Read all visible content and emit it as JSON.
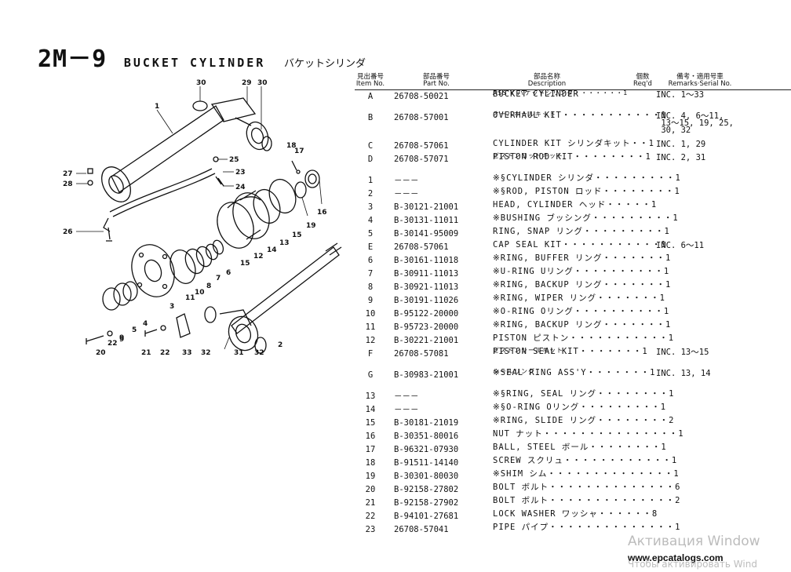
{
  "page": {
    "code": "2M－9",
    "name": "BUCKET CYLINDER",
    "name_jp": "バケットシリンダ"
  },
  "table": {
    "headers": {
      "item_jp": "見出番号",
      "item": "Item No.",
      "part_jp": "部品番号",
      "part": "Part No.",
      "desc_jp": "部品名称",
      "desc": "Description",
      "qty_jp": "個数",
      "qty": "Req'd",
      "rem_jp": "備考・適用号車",
      "rem": "Remarks·Serial No."
    },
    "rows": [
      {
        "item": "A",
        "part": "26708-50021",
        "desc": "BUCKET CYLINDER",
        "desc2": "ASS'Y バケットシリンダ・・・・・・・1",
        "qty": "",
        "remarks": "INC. 1～33"
      },
      {
        "item": "B",
        "part": "26708-57001",
        "desc": "OVERHAUL KIT・・・・・・・・・・・1",
        "desc2": "オーバホールキット",
        "qty": "",
        "remarks": "INC. 4, 6～11,\n 13～15, 19, 25,\n 30, 32"
      },
      {
        "item": "C",
        "part": "26708-57061",
        "desc": "CYLINDER KIT シリンダキット・・1",
        "desc2": "",
        "qty": "",
        "remarks": "INC. 1, 29"
      },
      {
        "item": "D",
        "part": "26708-57071",
        "desc": "PISTON ROD KIT・・・・・・・・1",
        "desc2": "ピストンロッドキット",
        "qty": "",
        "remarks": "INC. 2, 31"
      },
      {
        "item": "1",
        "part": "－－－",
        "desc": "※§CYLINDER シリンダ・・・・・・・・・1",
        "desc2": "",
        "qty": "",
        "remarks": ""
      },
      {
        "item": "2",
        "part": "－－－",
        "desc": "※§ROD, PISTON ロッド・・・・・・・・1",
        "desc2": "",
        "qty": "",
        "remarks": ""
      },
      {
        "item": "3",
        "part": "B-30121-21001",
        "desc": "HEAD, CYLINDER ヘッド・・・・・1",
        "desc2": "",
        "qty": "",
        "remarks": ""
      },
      {
        "item": "4",
        "part": "B-30131-11011",
        "desc": "※BUSHING ブッシング・・・・・・・・・1",
        "desc2": "",
        "qty": "",
        "remarks": ""
      },
      {
        "item": "5",
        "part": "B-30141-95009",
        "desc": "RING, SNAP リング・・・・・・・・・1",
        "desc2": "",
        "qty": "",
        "remarks": ""
      },
      {
        "item": "E",
        "part": "26708-57061",
        "desc": "CAP SEAL KIT・・・・・・・・・・・1",
        "desc2": "",
        "qty": "",
        "remarks": "INC. 6～11"
      },
      {
        "item": "6",
        "part": "B-30161-11018",
        "desc": "※RING, BUFFER リング・・・・・・・1",
        "desc2": "",
        "qty": "",
        "remarks": ""
      },
      {
        "item": "7",
        "part": "B-30911-11013",
        "desc": "※U-RING Uリング・・・・・・・・・・1",
        "desc2": "",
        "qty": "",
        "remarks": ""
      },
      {
        "item": "8",
        "part": "B-30921-11013",
        "desc": "※RING, BACKUP リング・・・・・・・1",
        "desc2": "",
        "qty": "",
        "remarks": ""
      },
      {
        "item": "9",
        "part": "B-30191-11026",
        "desc": "※RING, WIPER リング・・・・・・・1",
        "desc2": "",
        "qty": "",
        "remarks": ""
      },
      {
        "item": "10",
        "part": "B-95122-20000",
        "desc": "※O-RING Oリング・・・・・・・・・・1",
        "desc2": "",
        "qty": "",
        "remarks": ""
      },
      {
        "item": "11",
        "part": "B-95723-20000",
        "desc": "※RING, BACKUP リング・・・・・・・1",
        "desc2": "",
        "qty": "",
        "remarks": ""
      },
      {
        "item": "12",
        "part": "B-30221-21001",
        "desc": "PISTON ピストン・・・・・・・・・・・1",
        "desc2": "",
        "qty": "",
        "remarks": ""
      },
      {
        "item": "F",
        "part": "26708-57081",
        "desc": "PISTON SEAL KIT・・・・・・・1",
        "desc2": "ピストンシールキット",
        "qty": "",
        "remarks": "INC. 13～15"
      },
      {
        "item": "G",
        "part": "B-30983-21001",
        "desc": "※SEAL RING ASS'Y・・・・・・・1",
        "desc2": "シールリング",
        "qty": "",
        "remarks": "INC. 13, 14"
      },
      {
        "item": "13",
        "part": "－－－",
        "desc": "※§RING, SEAL リング・・・・・・・・1",
        "desc2": "",
        "qty": "",
        "remarks": ""
      },
      {
        "item": "14",
        "part": "－－－",
        "desc": "※§O-RING Oリング・・・・・・・・・1",
        "desc2": "",
        "qty": "",
        "remarks": ""
      },
      {
        "item": "15",
        "part": "B-30181-21019",
        "desc": "※RING, SLIDE リング・・・・・・・・2",
        "desc2": "",
        "qty": "",
        "remarks": ""
      },
      {
        "item": "16",
        "part": "B-30351-80016",
        "desc": "NUT ナット・・・・・・・・・・・・・・・1",
        "desc2": "",
        "qty": "",
        "remarks": ""
      },
      {
        "item": "17",
        "part": "B-96321-07930",
        "desc": "BALL, STEEL ボール・・・・・・・・1",
        "desc2": "",
        "qty": "",
        "remarks": ""
      },
      {
        "item": "18",
        "part": "B-91511-14140",
        "desc": "SCREW スクリュ・・・・・・・・・・・・1",
        "desc2": "",
        "qty": "",
        "remarks": ""
      },
      {
        "item": "19",
        "part": "B-30301-80030",
        "desc": "※SHIM シム・・・・・・・・・・・・・・1",
        "desc2": "",
        "qty": "",
        "remarks": ""
      },
      {
        "item": "20",
        "part": "B-92158-27802",
        "desc": "BOLT ボルト・・・・・・・・・・・・・・6",
        "desc2": "",
        "qty": "",
        "remarks": ""
      },
      {
        "item": "21",
        "part": "B-92158-27902",
        "desc": "BOLT ボルト・・・・・・・・・・・・・・2",
        "desc2": "",
        "qty": "",
        "remarks": ""
      },
      {
        "item": "22",
        "part": "B-94101-27681",
        "desc": "LOCK WASHER ワッシャ・・・・・・8",
        "desc2": "",
        "qty": "",
        "remarks": ""
      },
      {
        "item": "23",
        "part": "26708-57041",
        "desc": "PIPE パイプ・・・・・・・・・・・・・・1",
        "desc2": "",
        "qty": "",
        "remarks": ""
      }
    ]
  },
  "diagram": {
    "callouts": [
      "30",
      "29",
      "30",
      "1",
      "27",
      "28",
      "25",
      "23",
      "24",
      "26",
      "18",
      "17",
      "16",
      "19",
      "15",
      "13",
      "14",
      "12",
      "15",
      "11",
      "10",
      "8",
      "7",
      "6",
      "9",
      "5",
      "4",
      "3",
      "20",
      "22",
      "9",
      "21",
      "22",
      "33",
      "32",
      "31",
      "32",
      "2"
    ]
  },
  "watermark": {
    "line1": "Активация Window",
    "line2": "Чтобы активировать Wind",
    "url": "www.epcatalogs.com"
  }
}
